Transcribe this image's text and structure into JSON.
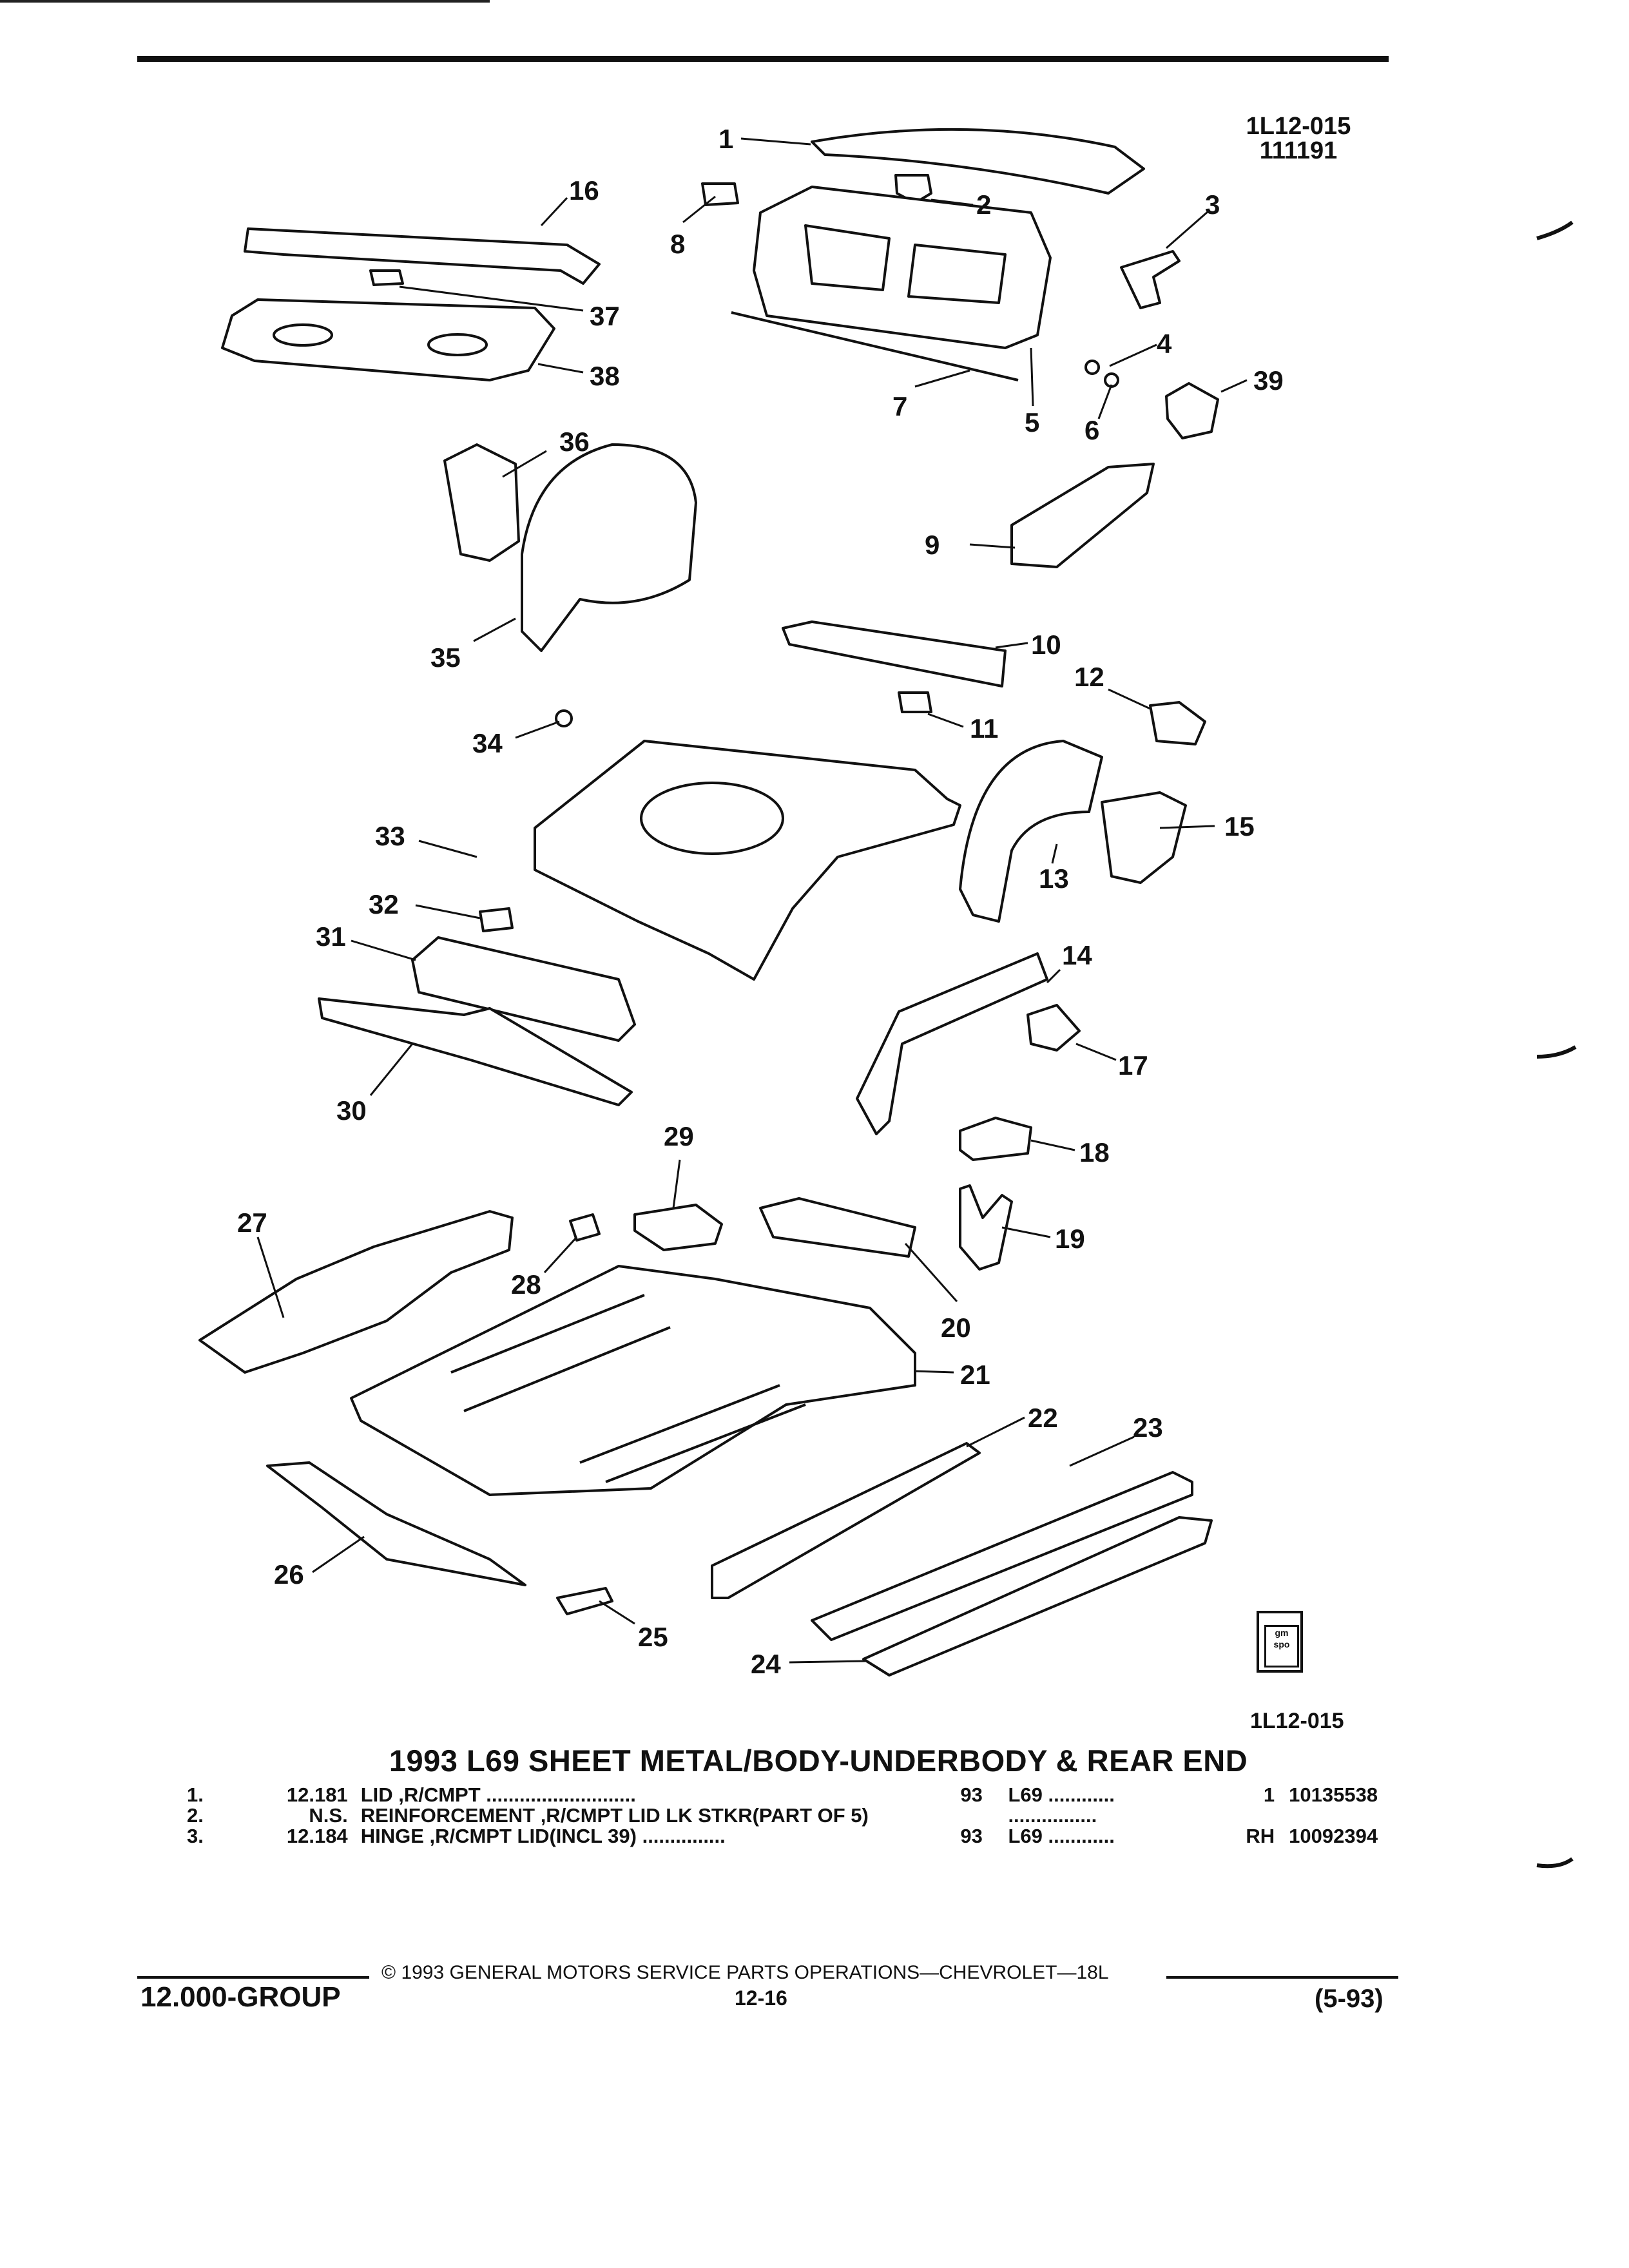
{
  "header": {
    "ref_code": "1L12-015",
    "ref_date": "111191"
  },
  "callouts": [
    "1",
    "2",
    "3",
    "4",
    "5",
    "6",
    "7",
    "8",
    "9",
    "10",
    "11",
    "12",
    "13",
    "14",
    "15",
    "16",
    "17",
    "18",
    "19",
    "20",
    "21",
    "22",
    "23",
    "24",
    "25",
    "26",
    "27",
    "28",
    "29",
    "30",
    "31",
    "32",
    "33",
    "34",
    "35",
    "36",
    "37",
    "38",
    "39"
  ],
  "diagram_ref": "1L12-015",
  "logo_text": "gm spo",
  "catalog": {
    "title": "1993 L69 SHEET METAL/BODY-UNDERBODY & REAR END",
    "rows": [
      {
        "idx": "1.",
        "code": "12.181",
        "desc": "LID ,R/CMPT ...........................",
        "year": "93",
        "model": "L69 ............",
        "qty": "1",
        "part": "10135538"
      },
      {
        "idx": "2.",
        "code": "N.S.",
        "desc": "REINFORCEMENT ,R/CMPT LID LK STKR(PART OF 5)",
        "year": "",
        "model": "................",
        "qty": "",
        "part": ""
      },
      {
        "idx": "3.",
        "code": "12.184",
        "desc": "HINGE ,R/CMPT LID(INCL 39) ...............",
        "year": "93",
        "model": "L69 ............",
        "qty": "RH",
        "part": "10092394"
      }
    ]
  },
  "footer": {
    "copyright": "© 1993 GENERAL MOTORS SERVICE PARTS OPERATIONS—CHEVROLET—18L",
    "group": "12.000-GROUP",
    "page": "12-16",
    "date": "(5-93)"
  }
}
